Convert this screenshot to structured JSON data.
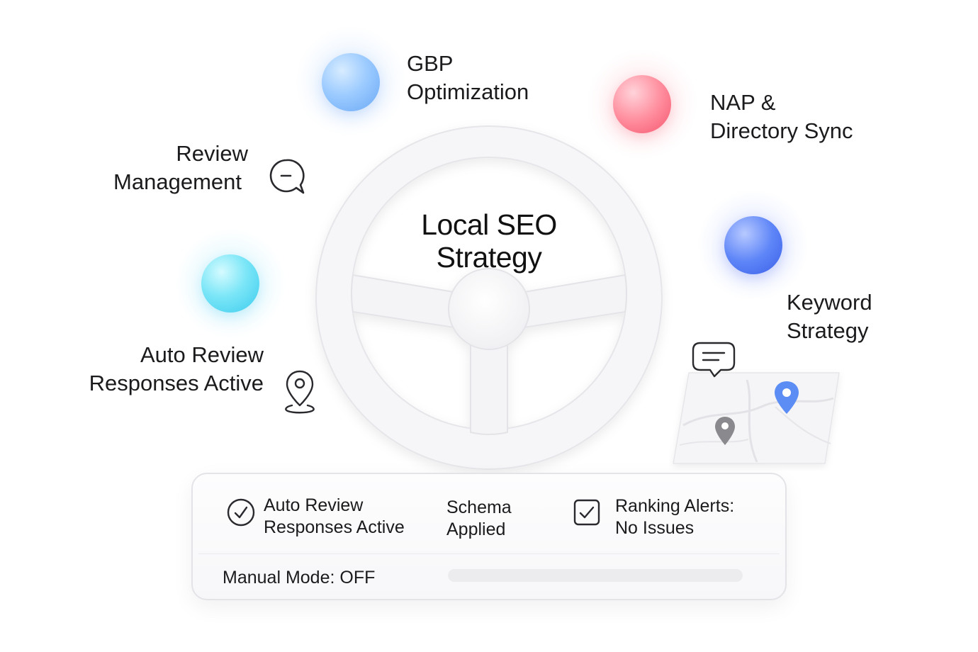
{
  "center": {
    "title_line1": "Local SEO",
    "title_line2": "Strategy"
  },
  "nodes": {
    "gbp": {
      "line1": "GBP",
      "line2": "Optimization",
      "color": "#8ec3ff"
    },
    "nap": {
      "line1": "NAP &",
      "line2": "Directory Sync",
      "color": "#ff7f93"
    },
    "review_management": {
      "line1": "Review",
      "line2": "Management",
      "icon": "chat-minus-icon"
    },
    "keyword": {
      "line1": "Keyword",
      "line2": "Strategy",
      "color": "#4f78f3"
    },
    "auto_review": {
      "line1": "Auto Review",
      "line2": "Responses Active",
      "color": "#5fd8f3",
      "icon": "location-pin-icon"
    }
  },
  "map_card": {
    "icons": [
      "message-icon",
      "blue-map-pin-icon",
      "gray-map-pin-icon"
    ],
    "pin_colors": [
      "#5b8df5",
      "#8a8a8e"
    ]
  },
  "status_panel": {
    "item1": {
      "line1": "Auto Review",
      "line2": "Responses Active",
      "icon": "check-circle-icon"
    },
    "item2": {
      "line1": "Schema",
      "line2": "Applied"
    },
    "item3": {
      "line1": "Ranking Alerts:",
      "line2": "No Issues",
      "icon": "checkbox-checked-icon"
    },
    "manual_mode": "Manual Mode: OFF",
    "progress": 0
  }
}
